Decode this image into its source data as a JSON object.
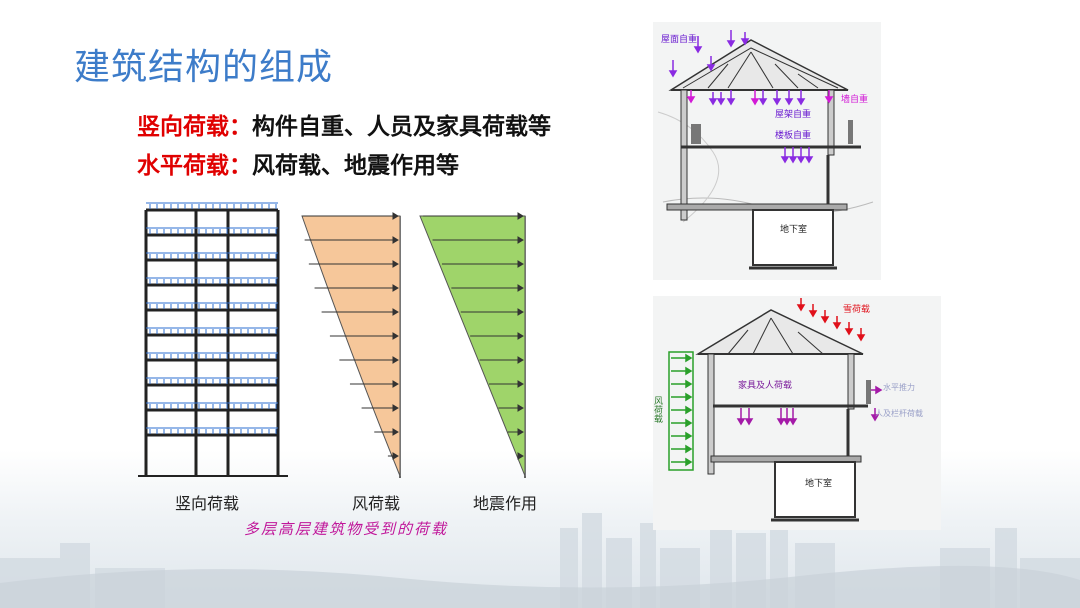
{
  "title": "建筑结构的组成",
  "vertical": {
    "key": "竖向荷载：",
    "value": "构件自重、人员及家具荷载等"
  },
  "horizontal": {
    "key": "水平荷载：",
    "value": "风荷载、地震作用等"
  },
  "captions": {
    "frame": "竖向荷载",
    "wind": "风荷载",
    "quake": "地震作用"
  },
  "figure_title": "多层高层建筑物受到的荷载",
  "house_top": {
    "roof_weight": "屋面自重",
    "truss_weight": "屋架自重",
    "wall_weight": "墙自重",
    "floor_weight": "楼板自重",
    "basement": "地下室"
  },
  "house_bottom": {
    "snow": "雪荷载",
    "wind_v": "风荷载",
    "furniture": "家具及人荷载",
    "horizontal_push": "水平推力",
    "railing": "人及栏杆荷载",
    "basement": "地下室"
  },
  "colors": {
    "title": "#3d7cc9",
    "key": "#e00000",
    "caption_fig": "#c0169a",
    "wind_fill": "#f6c79a",
    "quake_fill": "#9fd46a"
  }
}
